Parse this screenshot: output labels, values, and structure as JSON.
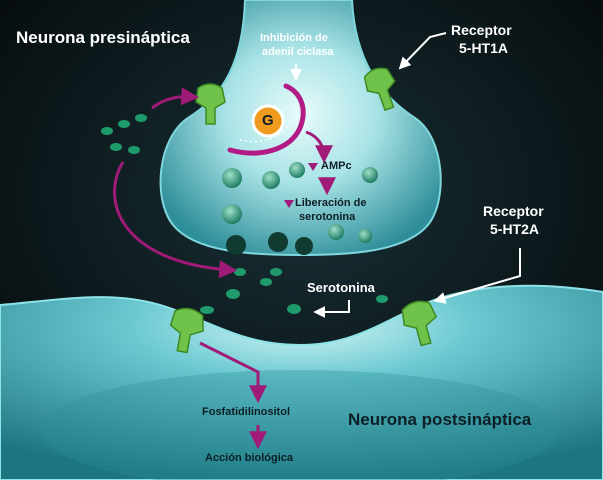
{
  "labels": {
    "presynaptic": "Neurona presináptica",
    "postsynaptic": "Neurona postsináptica",
    "inhibition_line1": "Inhibición de",
    "inhibition_line2": "adenil ciclasa",
    "receptor_1a_line1": "Receptor",
    "receptor_1a_line2": "5-HT1A",
    "receptor_2a_line1": "Receptor",
    "receptor_2a_line2": "5-HT2A",
    "g_protein": "G",
    "ampc": "AMPc",
    "release_line1": "Liberación de",
    "release_line2": "serotonina",
    "serotonin": "Serotonina",
    "phosphatidylinositol": "Fosfatidilinositol",
    "biological_action": "Acción biológica"
  },
  "colors": {
    "background": "#0b1214",
    "neuron": "#56c4cf",
    "neuron_light": "#bff0f2",
    "receptor": "#6fc24a",
    "molecule": "#1f9a6a",
    "arrow": "#a01a78",
    "g_protein": "#f09a1e"
  }
}
